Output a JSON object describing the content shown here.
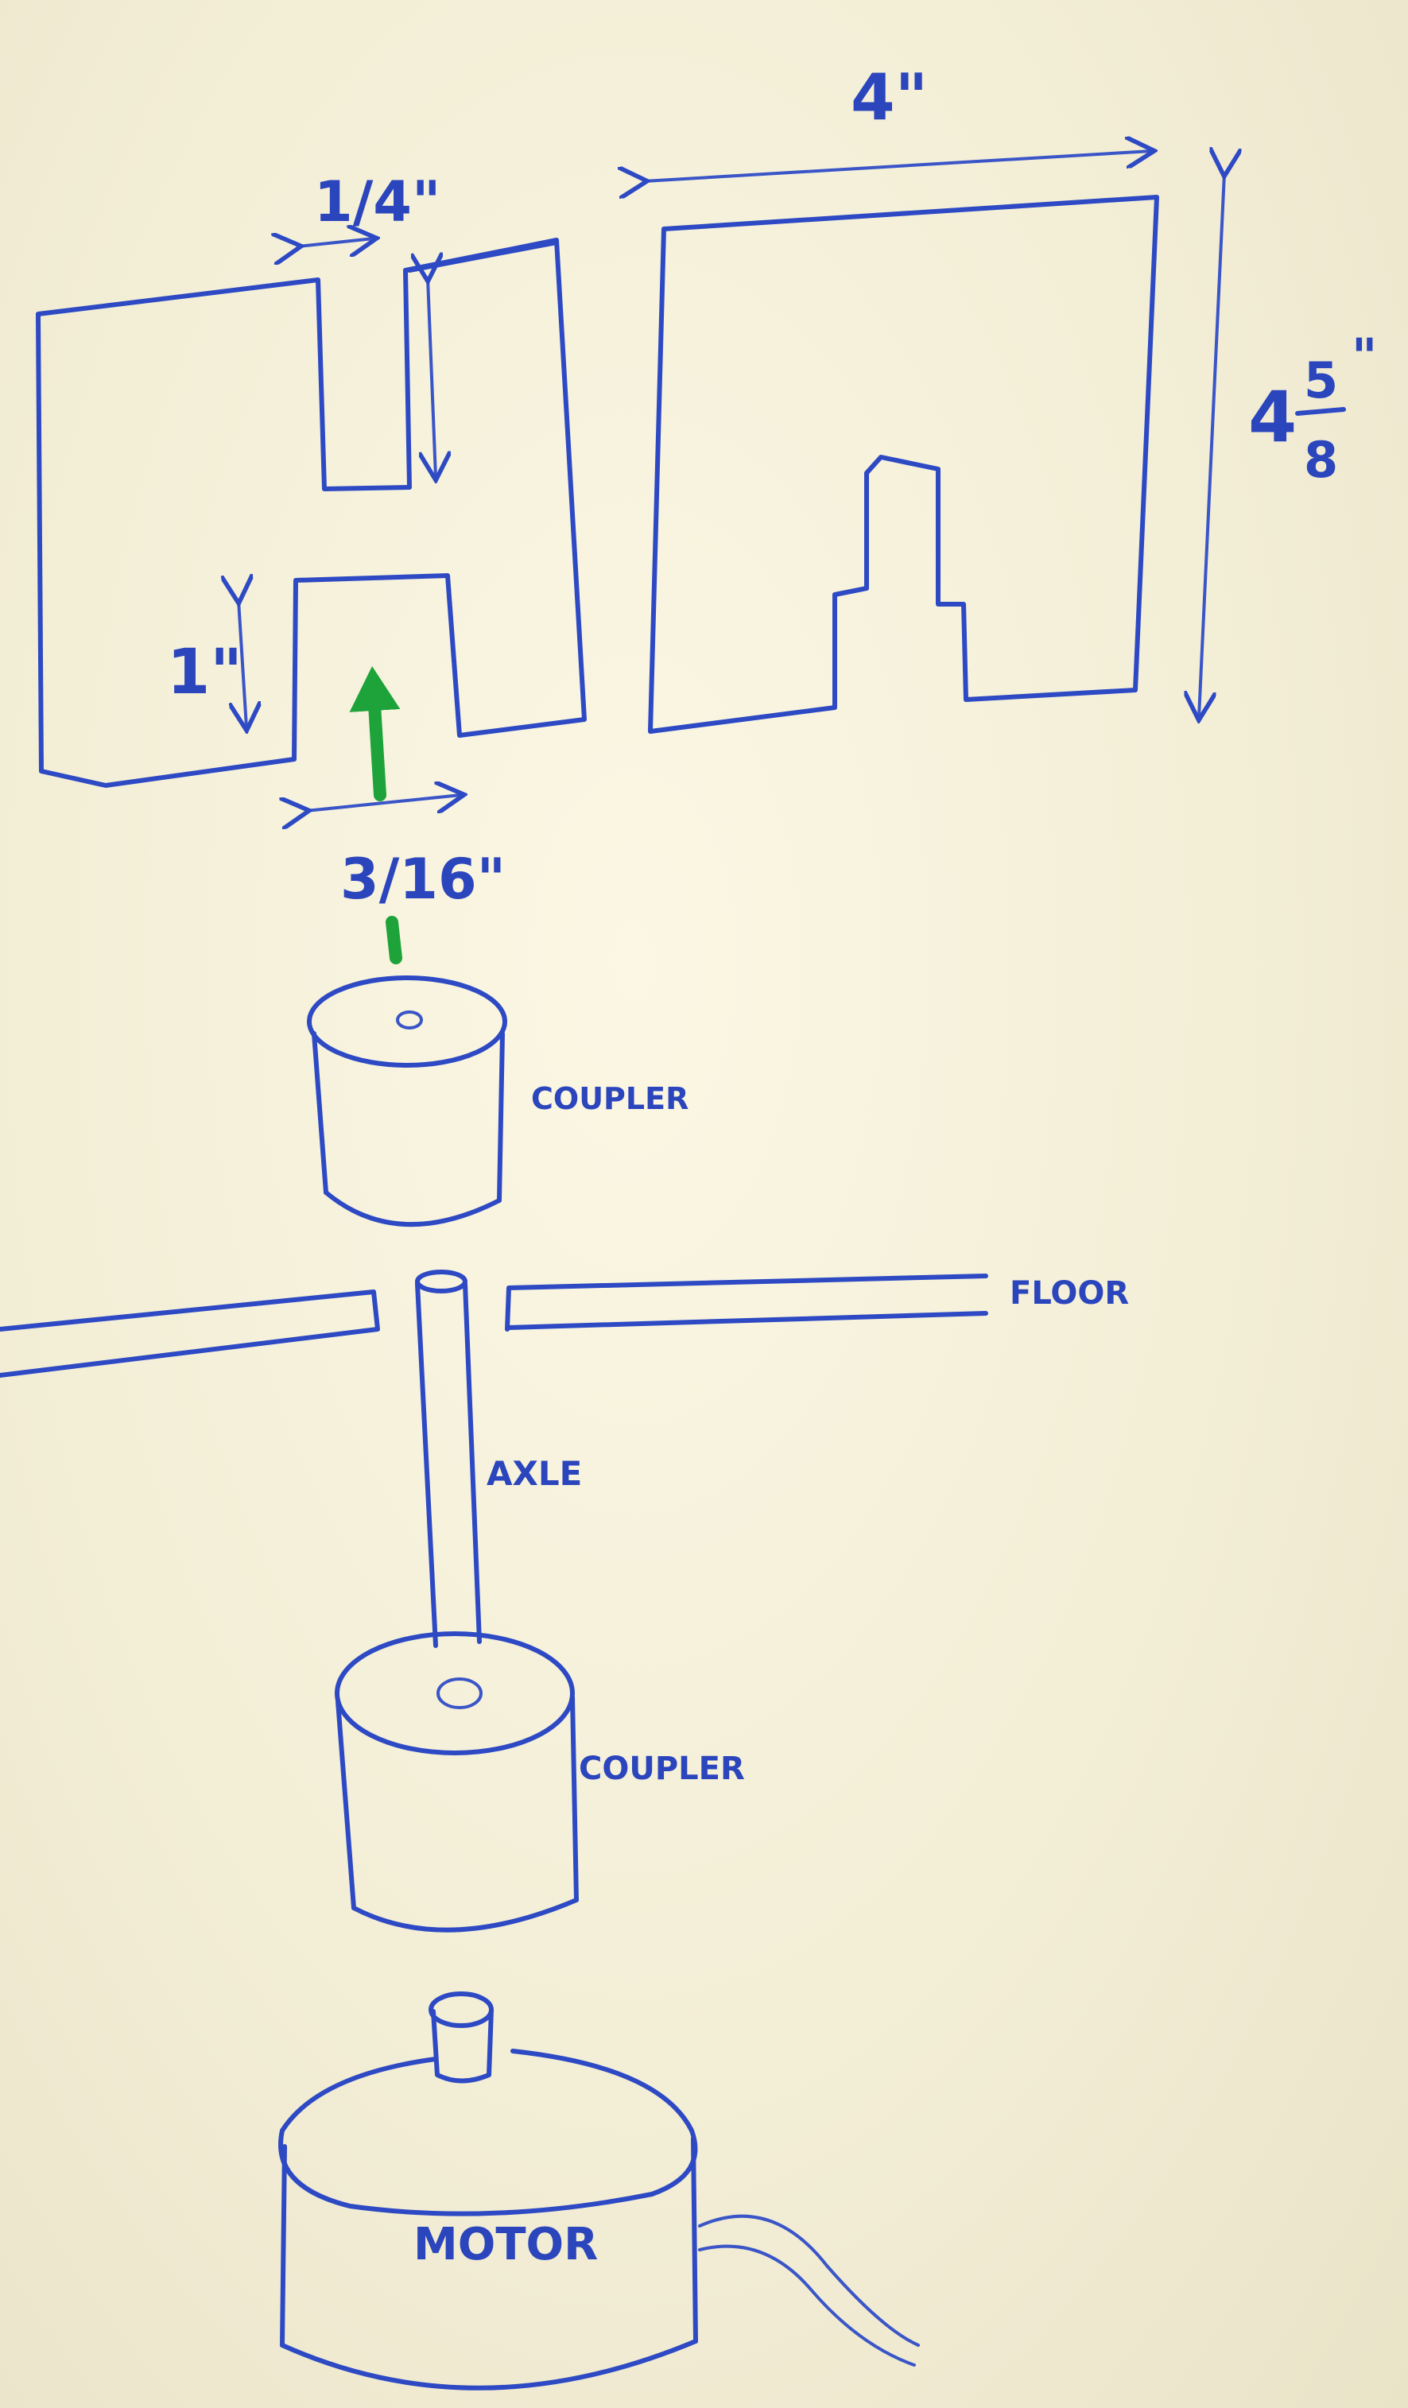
{
  "labels": {
    "quarter_inch": "1/4\"",
    "one_inch": "1\"",
    "three_sixteenths": "3/16\"",
    "four_inch": "4\"",
    "height_whole": "4",
    "height_num": "5",
    "height_den": "8",
    "height_inch_mark": "\"",
    "coupler_top": "COUPLER",
    "floor": "FLOOR",
    "axle": "AXLE",
    "coupler_bottom": "COUPLER",
    "motor": "MOTOR"
  },
  "colors": {
    "ink": "#2d49c4",
    "arrow": "#1ea33a",
    "board": "#f4efd9"
  }
}
